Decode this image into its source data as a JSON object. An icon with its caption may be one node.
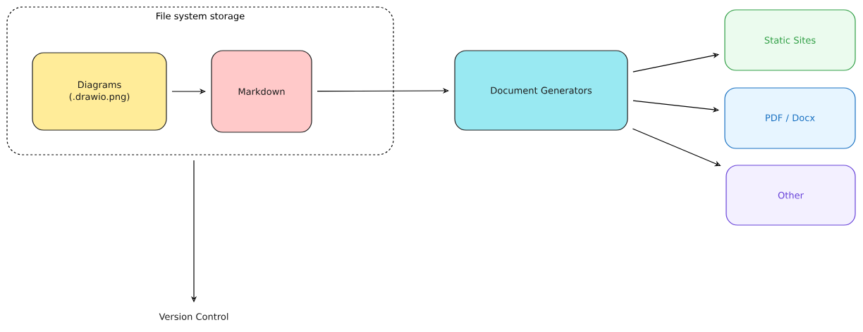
{
  "diagram": {
    "nodes": [
      {
        "text": [
          "File system storage"
        ]
      },
      {
        "text": [
          "Diagrams (.drawio.png)"
        ],
        "in": 0
      },
      {
        "text": [
          "Markdown"
        ],
        "in": 0
      },
      {
        "text": [
          "Document Generators"
        ]
      },
      {
        "text": [
          "Static Sites"
        ]
      },
      {
        "text": [
          "PDF / Docx"
        ]
      },
      {
        "text": [
          "Other"
        ]
      },
      {
        "text": [
          "Version Control"
        ]
      }
    ],
    "edges": [
      {
        "from": 1,
        "to": 2,
        "arrow": "to"
      },
      {
        "from": 2,
        "to": 3,
        "arrow": "to"
      },
      {
        "from": 3,
        "to": 4,
        "arrow": "to"
      },
      {
        "from": 3,
        "to": 5,
        "arrow": "to"
      },
      {
        "from": 3,
        "to": 6,
        "arrow": "to"
      },
      {
        "from": 0,
        "to": 7,
        "arrow": "to"
      }
    ]
  }
}
